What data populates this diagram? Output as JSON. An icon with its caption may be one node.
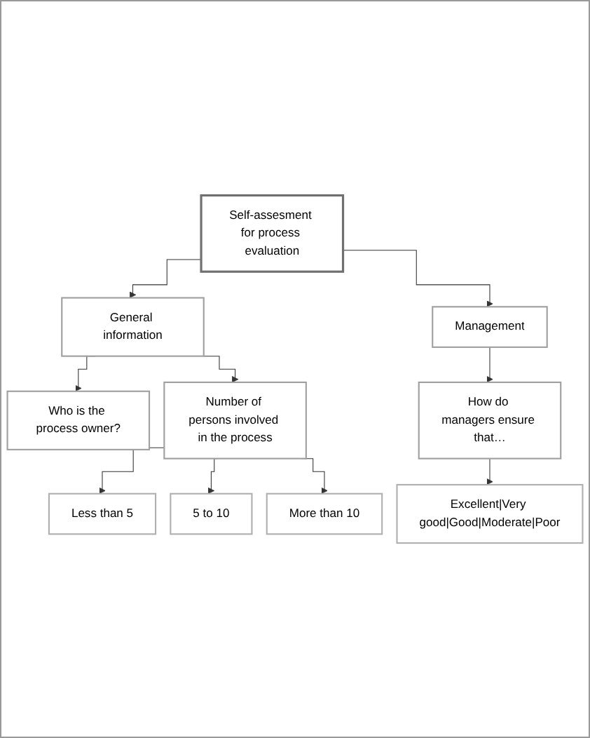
{
  "diagram": {
    "nodes": [
      {
        "text": [
          "Self-assesment for process evaluation"
        ]
      },
      {
        "text": [
          "General information"
        ]
      },
      {
        "text": [
          "Who is the process owner?"
        ]
      },
      {
        "text": [
          "Number of persons involved in the process"
        ]
      },
      {
        "text": [
          "Less than 5"
        ]
      },
      {
        "text": [
          "5 to 10"
        ]
      },
      {
        "text": [
          "More than 10"
        ]
      },
      {
        "text": [
          "Management"
        ]
      },
      {
        "text": [
          "How do managers ensure that…"
        ]
      },
      {
        "text": [
          "Excellent|Very good|Good|Moderate|Poor"
        ]
      }
    ],
    "edges": [
      {
        "from": 0,
        "to": 1,
        "arrow": "to"
      },
      {
        "from": 1,
        "to": 2,
        "arrow": "to"
      },
      {
        "from": 1,
        "to": 3,
        "arrow": "to"
      },
      {
        "from": 3,
        "to": 4,
        "arrow": "to"
      },
      {
        "from": 3,
        "to": 5,
        "arrow": "to"
      },
      {
        "from": 3,
        "to": 6,
        "arrow": "to"
      },
      {
        "from": 0,
        "to": 7,
        "arrow": "to"
      },
      {
        "from": 7,
        "to": 8,
        "arrow": "to"
      },
      {
        "from": 8,
        "to": 9,
        "arrow": "to"
      }
    ]
  }
}
